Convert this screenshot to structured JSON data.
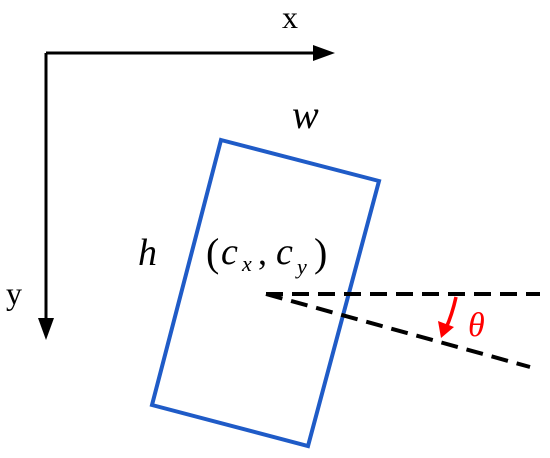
{
  "axes": {
    "x_label": "x",
    "y_label": "y"
  },
  "box": {
    "width_label": "w",
    "height_label": "h",
    "center": {
      "open_paren": "(",
      "cx_base": "c",
      "cx_sub": "x",
      "comma": ",",
      "cy_base": "c",
      "cy_sub": "y",
      "close_paren": ")"
    }
  },
  "angle": {
    "label": "θ"
  },
  "colors": {
    "axes": "#000000",
    "box_outline": "#1f5bc7",
    "angle": "#ff0000",
    "reference_lines": "#000000"
  }
}
